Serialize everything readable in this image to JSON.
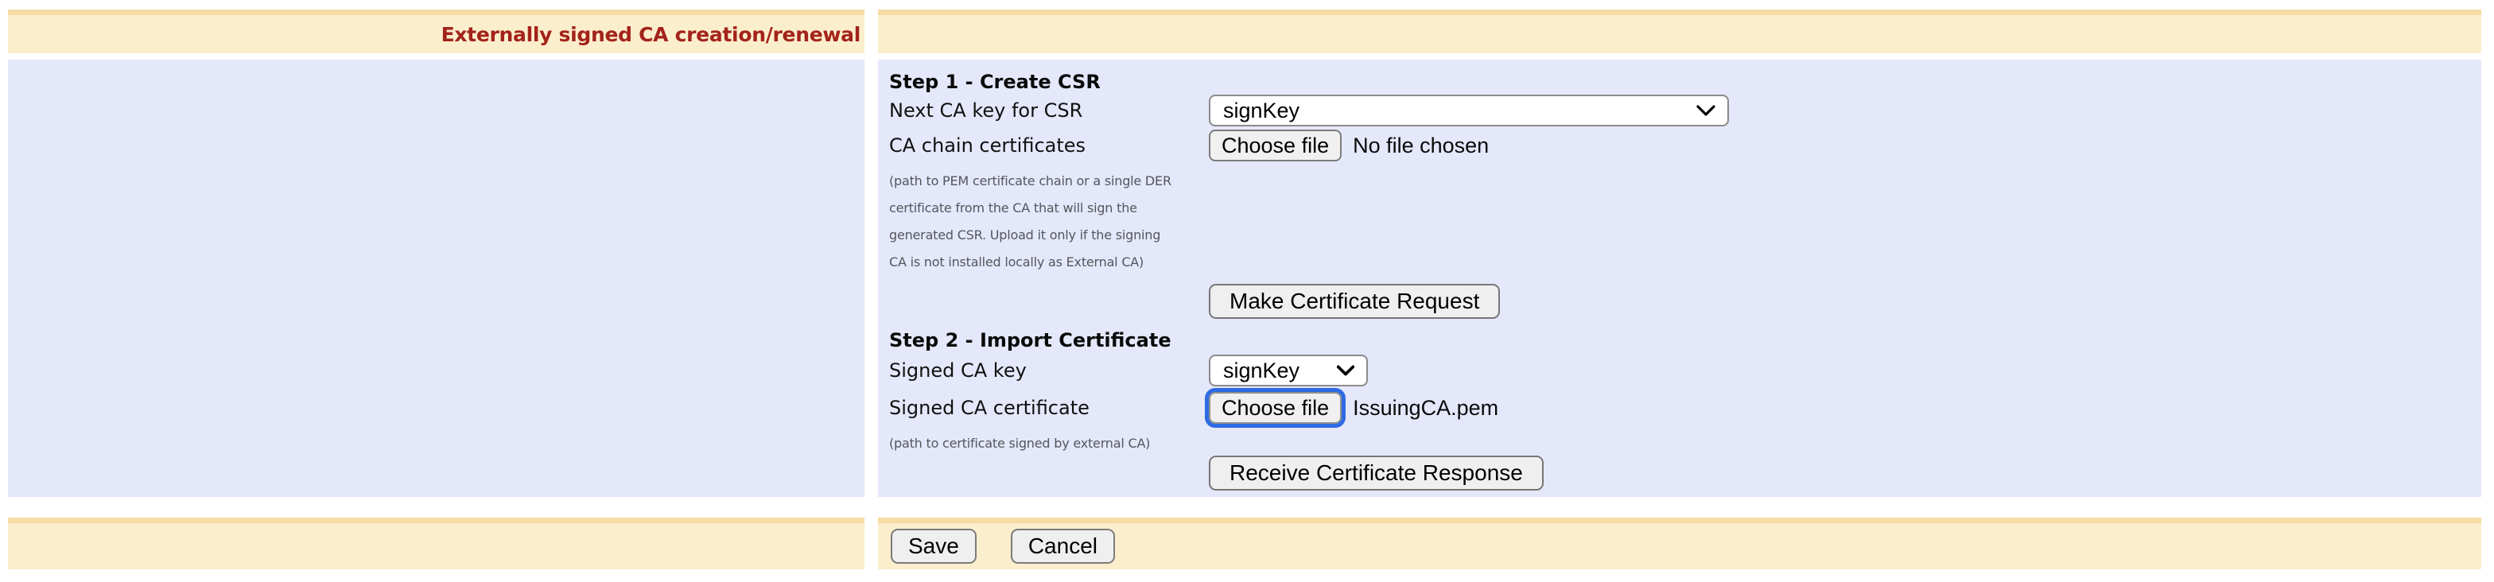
{
  "header": {
    "title": "Externally signed CA creation/renewal"
  },
  "step1": {
    "heading": "Step 1 - Create CSR",
    "next_ca_key_label": "Next CA key for CSR",
    "next_ca_key_value": "signKey",
    "ca_chain_label": "CA chain certificates",
    "choose_file_label": "Choose file",
    "no_file_text": "No file chosen",
    "note_lines": [
      "(path to PEM certificate chain or a single DER",
      "certificate from the CA that will sign the",
      "generated CSR. Upload it only if the signing",
      "CA is not installed locally as External CA)"
    ],
    "make_request_button": "Make Certificate Request"
  },
  "step2": {
    "heading": "Step 2 - Import Certificate",
    "signed_key_label": "Signed CA key",
    "signed_key_value": "signKey",
    "signed_cert_label": "Signed CA certificate",
    "choose_file_label": "Choose file",
    "signed_cert_file": "IssuingCA.pem",
    "note": "(path to certificate signed by external CA)",
    "receive_button": "Receive Certificate Response"
  },
  "footer": {
    "save_label": "Save",
    "cancel_label": "Cancel"
  },
  "colors": {
    "header_band": "#fbeecd",
    "accent_strip": "#f6dba3",
    "content_background": "#e4e8fa",
    "title_text": "#a3231a",
    "focus_ring": "#2d6be3"
  }
}
